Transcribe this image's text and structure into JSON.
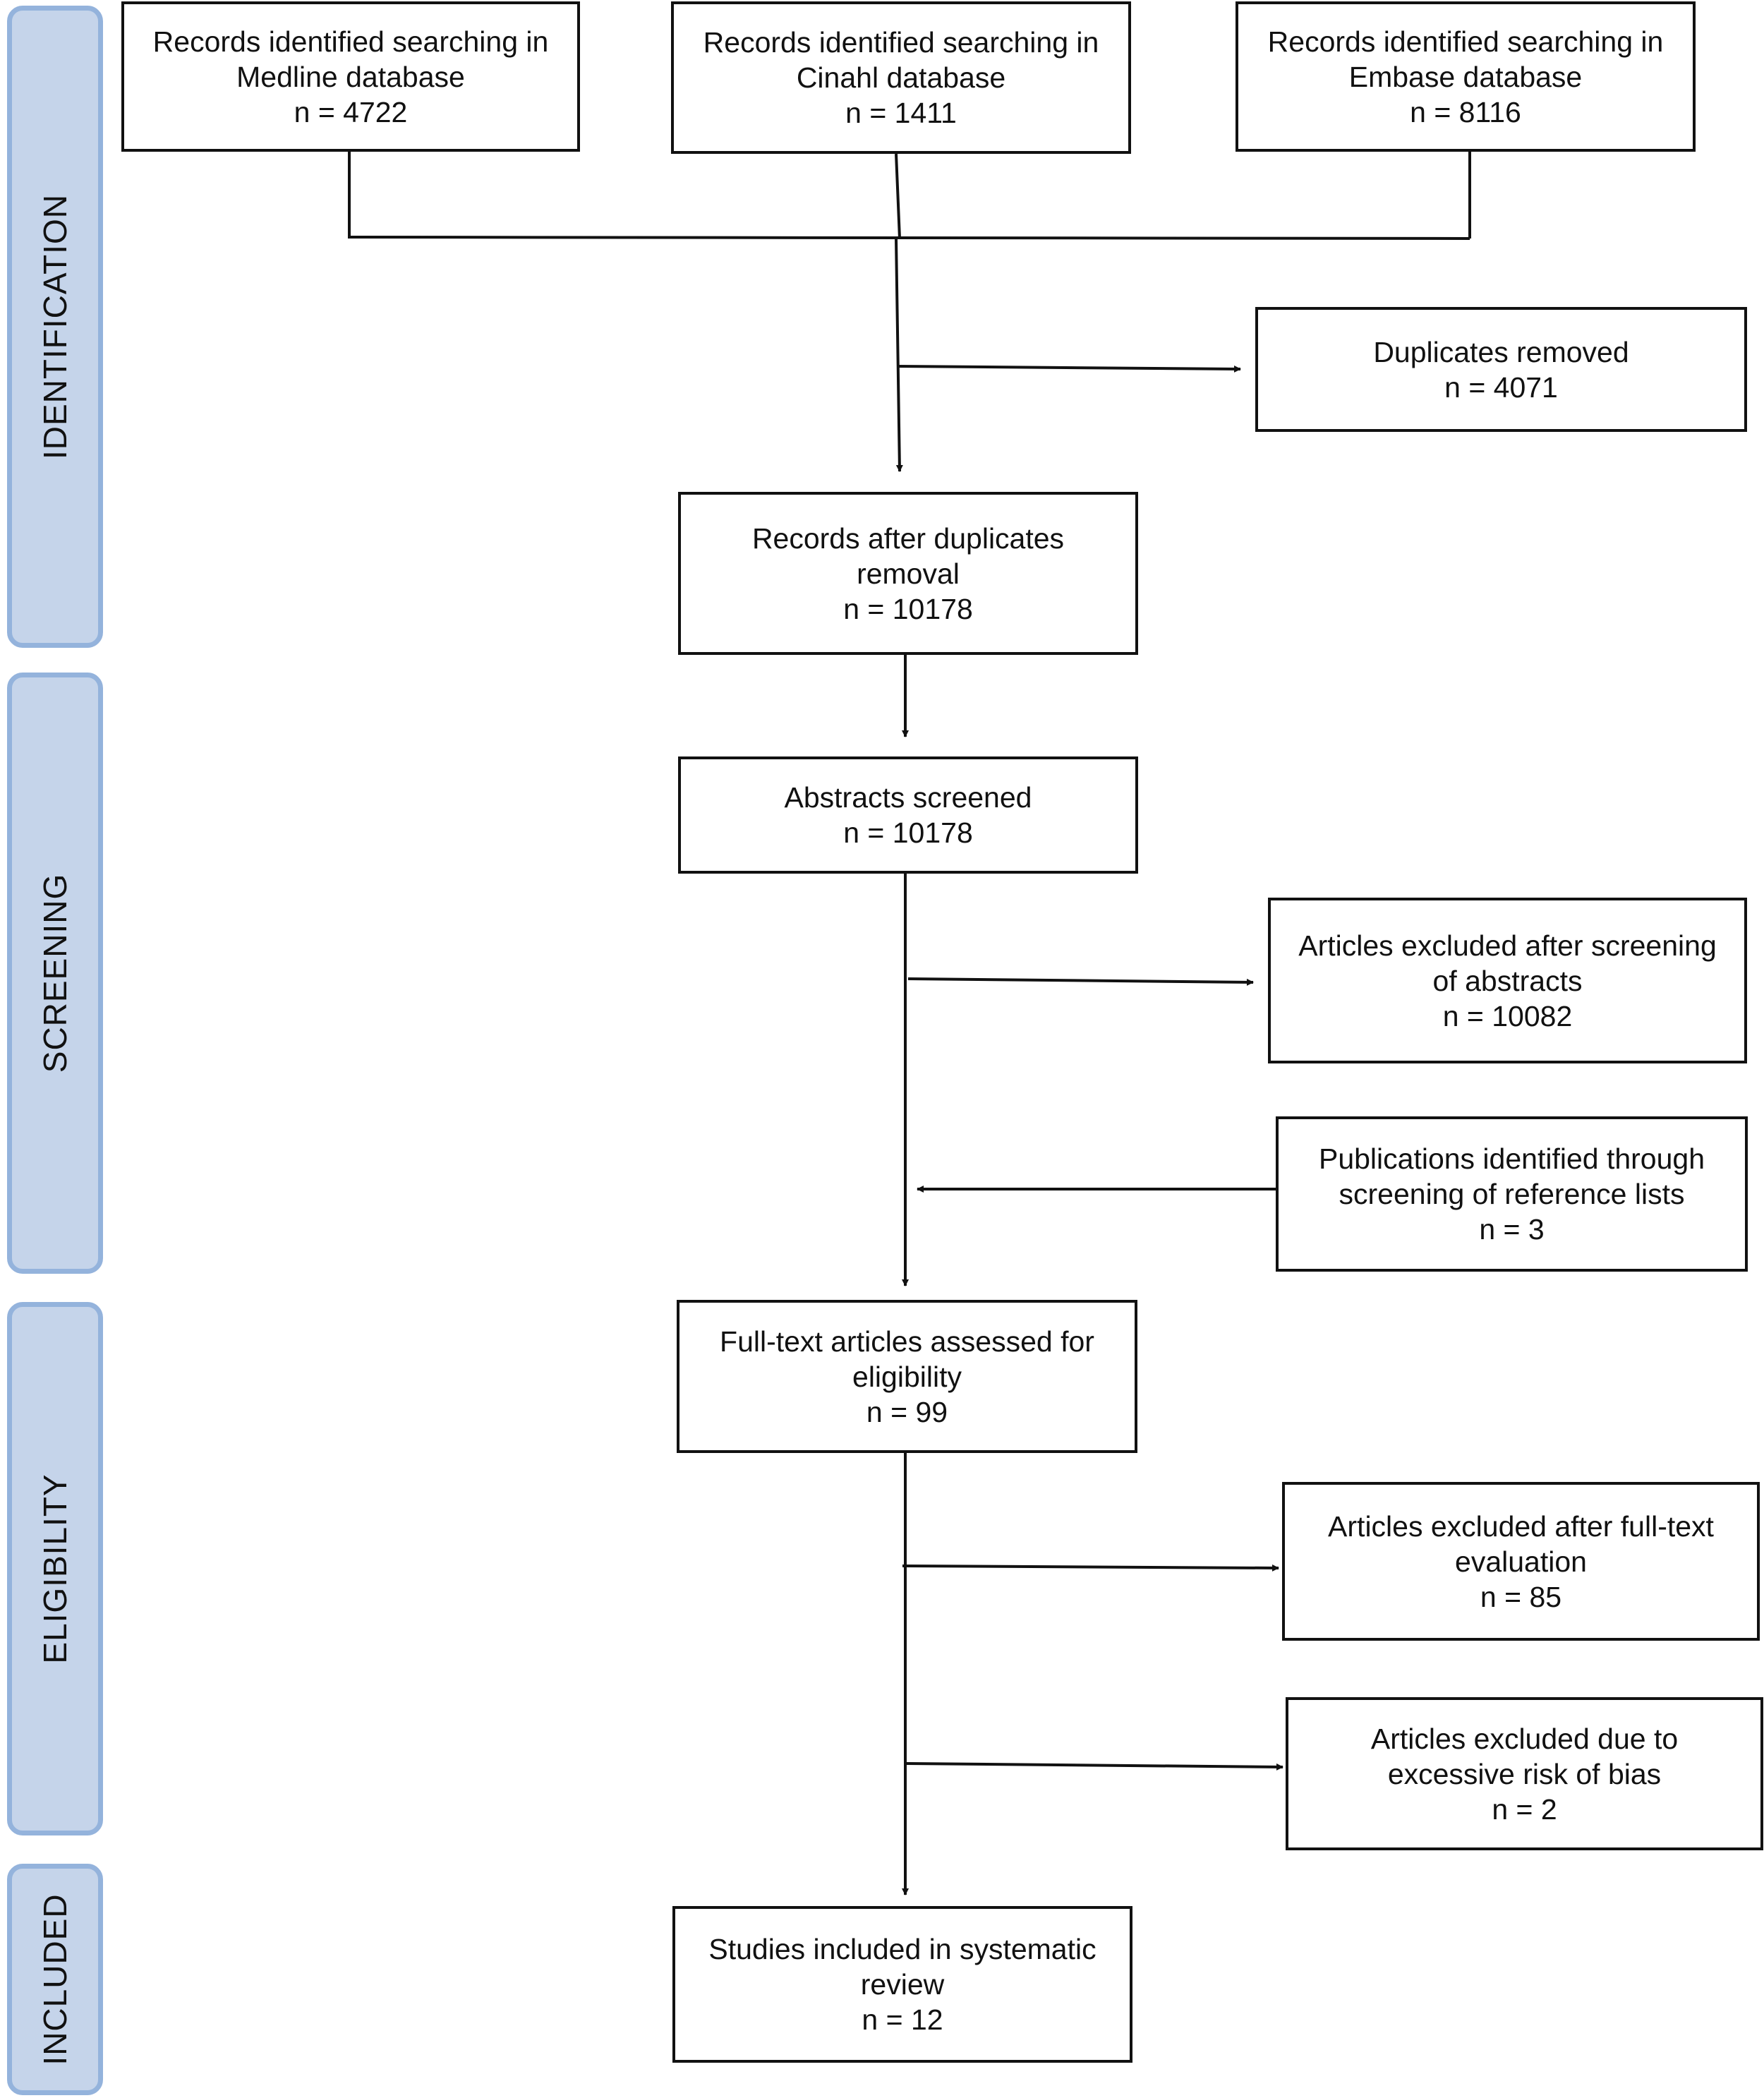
{
  "phases": [
    {
      "id": "identification",
      "label": "IDENTIFICATION"
    },
    {
      "id": "screening",
      "label": "SCREENING"
    },
    {
      "id": "eligibility",
      "label": "ELIGIBILITY"
    },
    {
      "id": "included",
      "label": "INCLUDED"
    }
  ],
  "boxes": {
    "medline": {
      "line1": "Records identified searching in",
      "line2": "Medline database",
      "count": "n = 4722"
    },
    "cinahl": {
      "line1": "Records identified searching in",
      "line2": "Cinahl database",
      "count": "n = 1411"
    },
    "embase": {
      "line1": "Records identified searching in",
      "line2": "Embase database",
      "count": "n = 8116"
    },
    "duplicates_removed": {
      "line1": "Duplicates removed",
      "count": "n = 4071"
    },
    "after_duplicates": {
      "line1": "Records after duplicates",
      "line2": "removal",
      "count": "n = 10178"
    },
    "abstracts_screened": {
      "line1": "Abstracts screened",
      "count": "n = 10178"
    },
    "excluded_abstracts": {
      "line1": "Articles excluded after screening",
      "line2": "of abstracts",
      "count": "n = 10082"
    },
    "reference_lists": {
      "line1": "Publications identified through",
      "line2": "screening of reference lists",
      "count": "n = 3"
    },
    "fulltext_assessed": {
      "line1": "Full-text articles assessed for",
      "line2": "eligibility",
      "count": "n = 99"
    },
    "excluded_fulltext": {
      "line1": "Articles excluded after full-text",
      "line2": "evaluation",
      "count": "n = 85"
    },
    "excluded_bias": {
      "line1": "Articles excluded due to",
      "line2": "excessive risk of bias",
      "count": "n = 2"
    },
    "included": {
      "line1": "Studies included in systematic",
      "line2": "review",
      "count": "n = 12"
    }
  }
}
